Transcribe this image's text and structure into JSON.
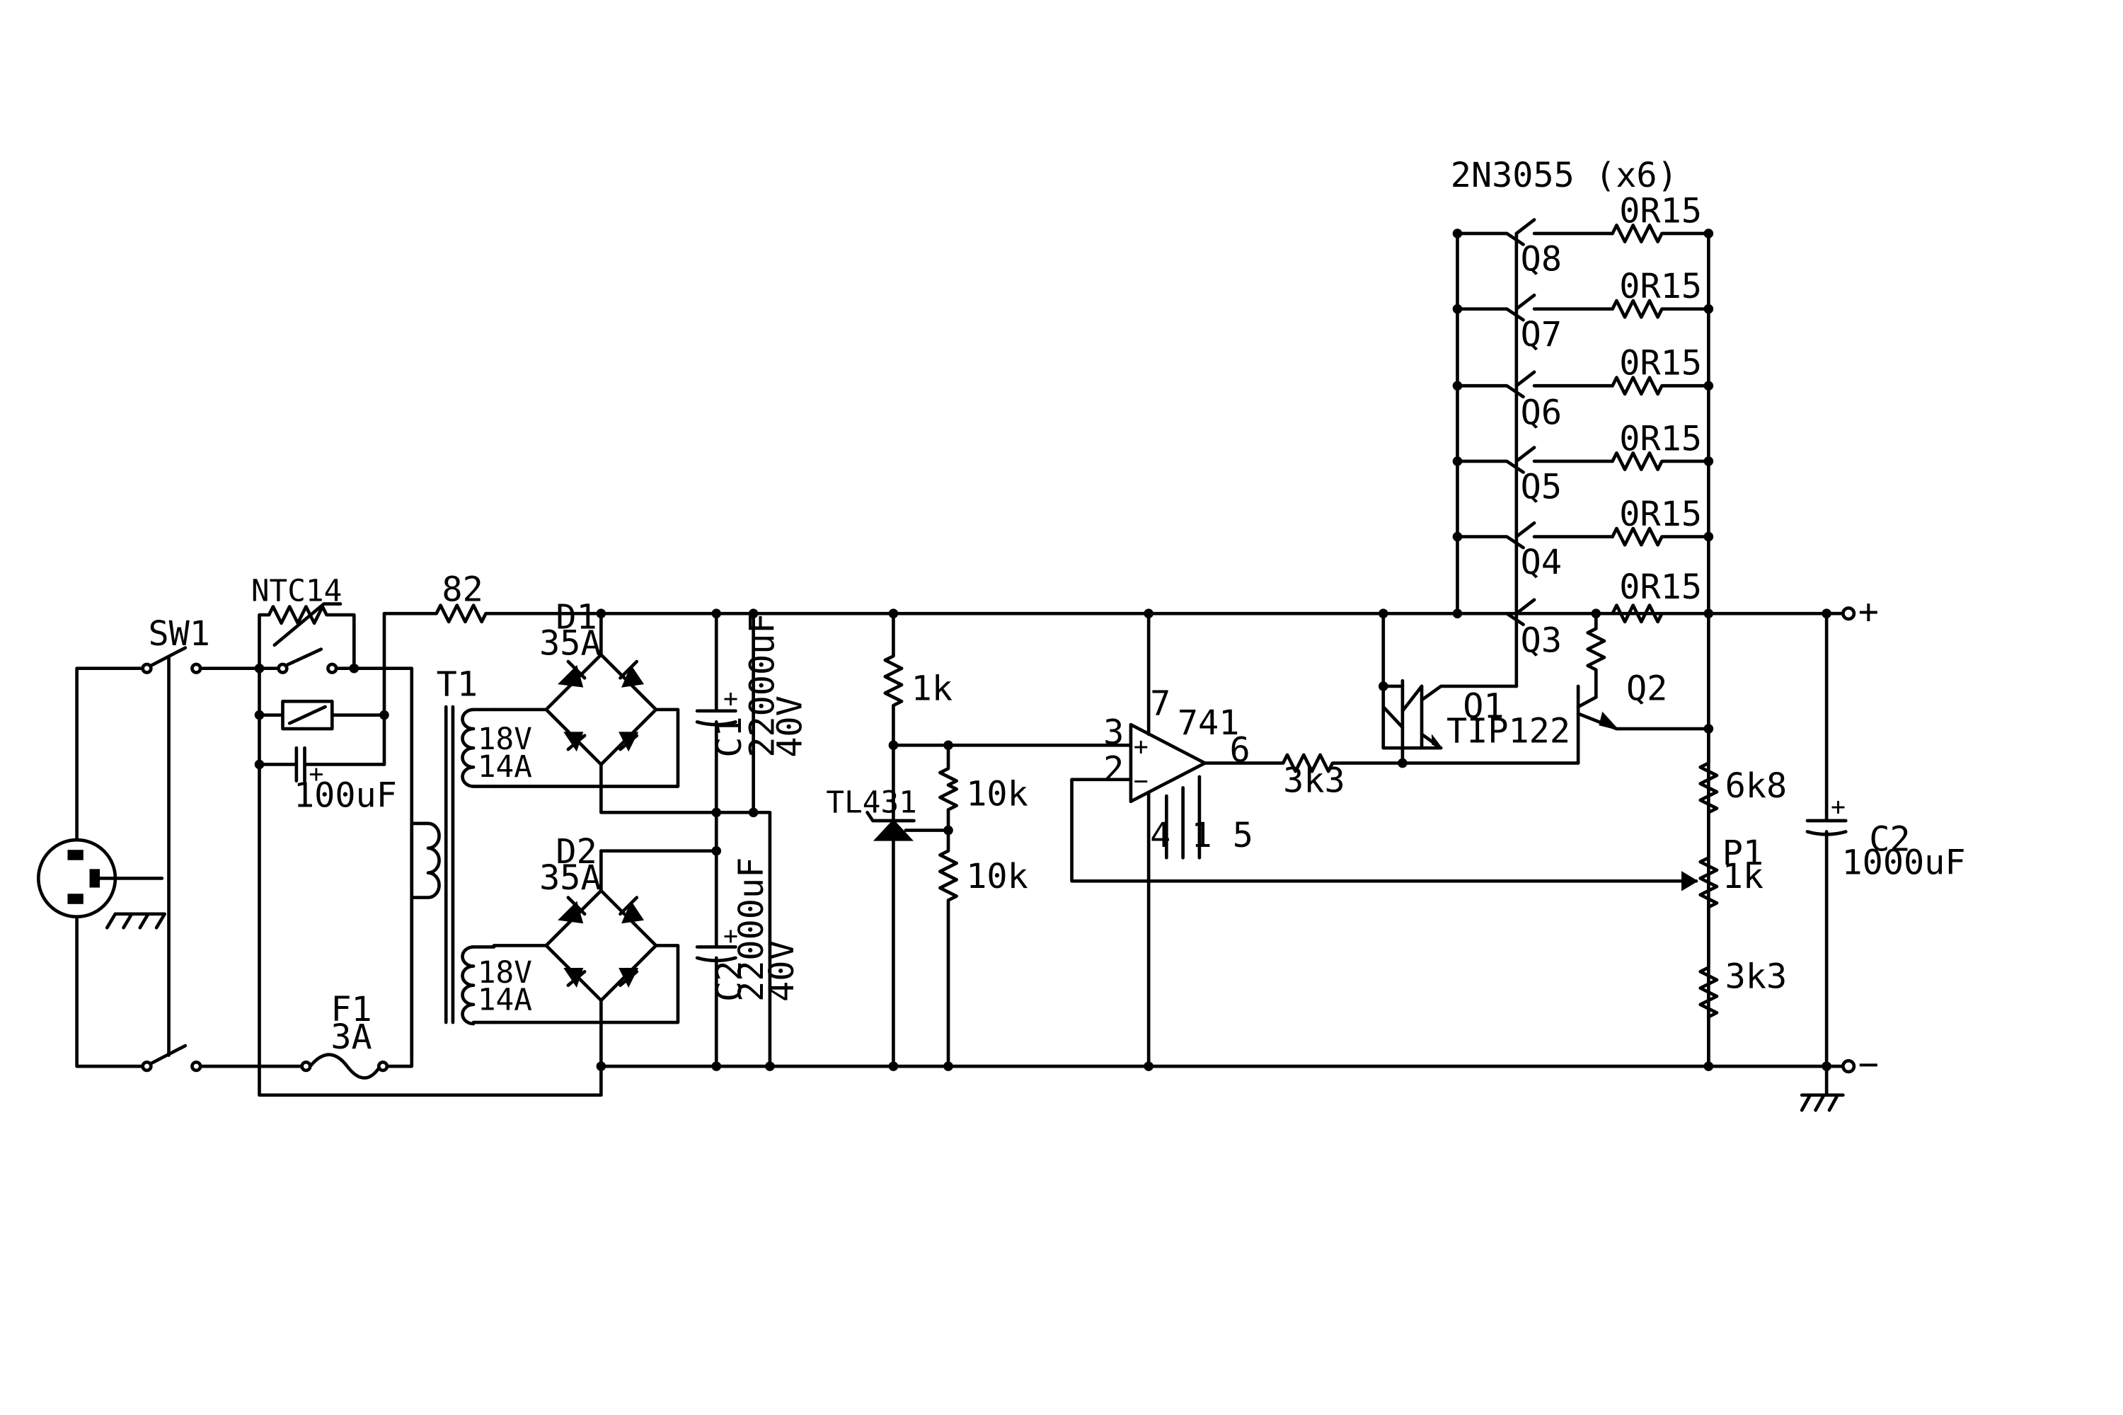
{
  "labels": {
    "transistor_array": "2N3055 (x6)",
    "sw1": "SW1",
    "ntc": "NTC14",
    "relay_cap": "100uF",
    "r82": "82",
    "t1": "T1",
    "sec_v_top": "18V",
    "sec_a_top": "14A",
    "sec_v_bot": "18V",
    "sec_a_bot": "14A",
    "f1": "F1",
    "f1_val": "3A",
    "d1": "D1",
    "d1_val": "35A",
    "d2": "D2",
    "d2_val": "35A",
    "c1": "C1",
    "c1_val": "22000uF",
    "c1_volt": "40V",
    "c2a": "C2",
    "c2a_val": "22000uF",
    "c2a_volt": "40V",
    "r1k": "1k",
    "tl431": "TL431",
    "r10k_top": "10k",
    "r10k_bot": "10k",
    "opamp": "741",
    "pin7": "7",
    "pin3": "3",
    "pin2": "2",
    "pin6": "6",
    "pins_bottom": "4 1 5",
    "plus_sign": "+",
    "minus_sign": "−",
    "cap_plus": "+",
    "r3k3_base": "3k3",
    "q1": "Q1",
    "q1_type": "TIP122",
    "q2": "Q2",
    "q3": "Q3",
    "q4": "Q4",
    "q5": "Q5",
    "q6": "Q6",
    "q7": "Q7",
    "q8": "Q8",
    "emitter_r": "0R15",
    "r6k8": "6k8",
    "p1": "P1",
    "p1_val": "1k",
    "r3k3_bot": "3k3",
    "c2_out": "C2",
    "c2_out_val": "1000uF",
    "out_plus": "+",
    "out_minus": "−"
  }
}
